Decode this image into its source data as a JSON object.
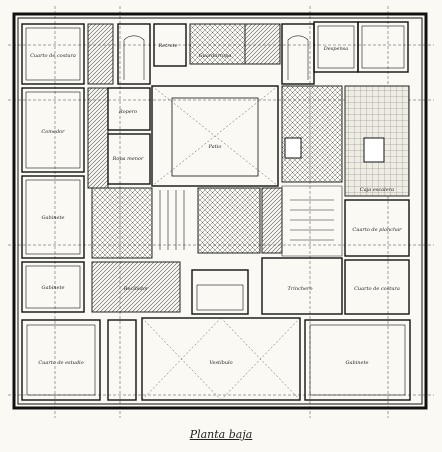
{
  "caption": "Planta baja",
  "rooms": {
    "cuarto_costura": "Cuarto de costura",
    "ropero": "Ropero",
    "ropa_menor": "Ropa menor",
    "comedor": "Comedor",
    "guardarropa": "Guardarropa",
    "retrete": "Retrete",
    "despensa": "Despensa",
    "vestibulo": "Vestíbulo",
    "gabinete_1": "Gabinete",
    "gabinete_2": "Gabinete",
    "gabinete_3": "Gabinete",
    "caja_escalera": "Caja escalera",
    "cuarto_planchar": "Cuarto de planchar",
    "cuarto_estudio": "Cuarto de estudio",
    "patio": "Patio",
    "recibidor": "Recibidor",
    "cuarto_costura_2": "Cuarto de costura",
    "trinchero": "Trinchero"
  }
}
